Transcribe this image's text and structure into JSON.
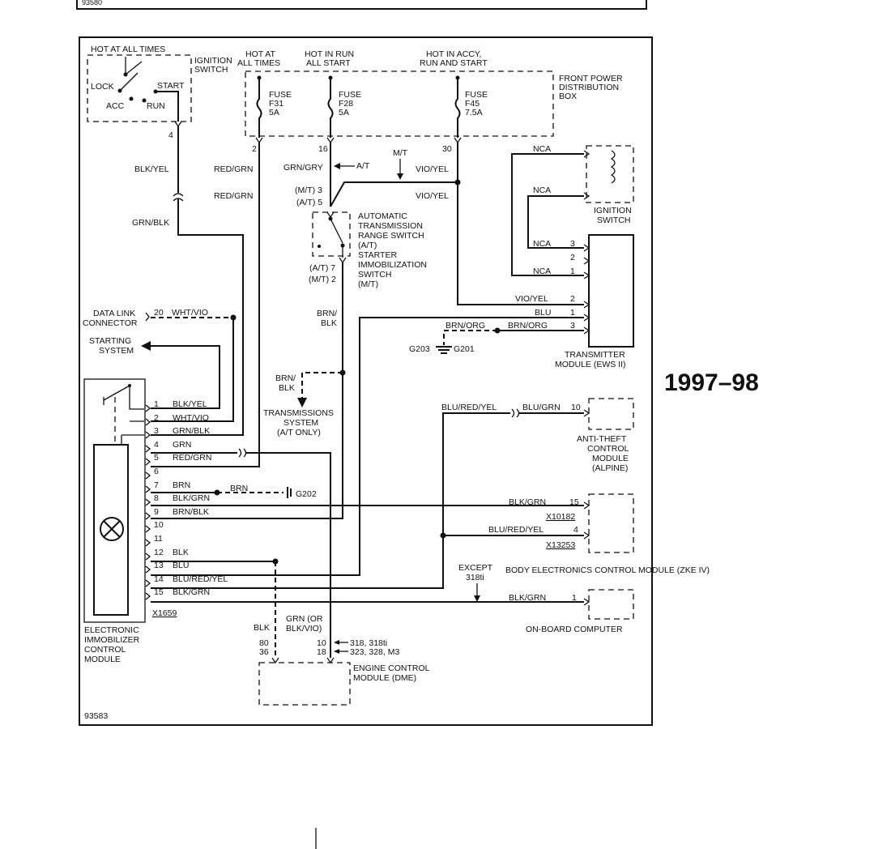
{
  "top_fig_number": "93580",
  "fig_number": "93583",
  "year_label": "1997–98",
  "hot_at_all_times": "HOT AT ALL TIMES",
  "ignition_switch_left": {
    "name_1": "IGNITION",
    "name_2": "SWITCH",
    "lock": "LOCK",
    "acc": "ACC",
    "start": "START",
    "run": "RUN",
    "pin": "4"
  },
  "power_headers": {
    "h1_1": "HOT AT",
    "h1_2": "ALL TIMES",
    "h2_1": "HOT IN RUN",
    "h2_2": "ALL START",
    "h3_1": "HOT IN ACCY,",
    "h3_2": "RUN AND START"
  },
  "fuse_box": {
    "name_1": "FRONT POWER",
    "name_2": "DISTRIBUTION",
    "name_3": "BOX",
    "fuses": [
      {
        "word": "FUSE",
        "id": "F31",
        "rating": "5A",
        "pin": "2"
      },
      {
        "word": "FUSE",
        "id": "F28",
        "rating": "5A",
        "pin": "16"
      },
      {
        "word": "FUSE",
        "id": "F45",
        "rating": "7.5A",
        "pin": "30"
      }
    ]
  },
  "wires": {
    "blk_yel": "BLK/YEL",
    "grn_blk": "GRN/BLK",
    "red_grn_1": "RED/GRN",
    "red_grn_2": "RED/GRN",
    "grn_gry": "GRN/GRY",
    "at_arrow": "A/T",
    "mt_arrow": "M/T",
    "vio_yel_1": "VIO/YEL",
    "vio_yel_2": "VIO/YEL",
    "brn_blk_1": "BRN/",
    "brn_blk_2": "BLK",
    "brn_blk_3": "BRN/",
    "brn_blk_4": "BLK"
  },
  "range_switch": {
    "pin_mt3": "(M/T) 3",
    "pin_at5": "(A/T) 5",
    "pin_at7": "(A/T) 7",
    "pin_mt2": "(M/T) 2",
    "label_1": "AUTOMATIC",
    "label_2": "TRANSMISSION",
    "label_3": "RANGE SWITCH",
    "label_4": "(A/T)",
    "label_5": "STARTER",
    "label_6": "IMMOBILIZATION",
    "label_7": "SWITCH",
    "label_8": "(M/T)"
  },
  "ignition_switch_right": {
    "nca_1": "NCA",
    "nca_2": "NCA",
    "name_1": "IGNITION",
    "name_2": "SWITCH"
  },
  "transmitter_module": {
    "rows": [
      {
        "wire": "NCA",
        "pin": "3"
      },
      {
        "wire": "",
        "pin": "2"
      },
      {
        "wire": "NCA",
        "pin": "1"
      },
      {
        "wire": "VIO/YEL",
        "pin": "2"
      },
      {
        "wire": "BLU",
        "pin": "1"
      },
      {
        "wire": "BRN/ORG",
        "pin": "3"
      }
    ],
    "brn_org_left": "BRN/ORG",
    "g203": "G203",
    "g201": "G201",
    "name_1": "TRANSMITTER",
    "name_2": "MODULE (EWS II)"
  },
  "data_link": {
    "name_1": "DATA LINK",
    "name_2": "CONNECTOR",
    "pin": "20",
    "wire": "WHT/VIO"
  },
  "starting_system": {
    "name_1": "STARTING",
    "name_2": "SYSTEM"
  },
  "transmission_system": {
    "name_1": "TRANSMISSIONS",
    "name_2": "SYSTEM",
    "name_3": "(A/T ONLY)"
  },
  "ecm_pins": [
    {
      "pin": "1",
      "wire": "BLK/YEL"
    },
    {
      "pin": "2",
      "wire": "WHT/VIO"
    },
    {
      "pin": "3",
      "wire": "GRN/BLK"
    },
    {
      "pin": "4",
      "wire": "GRN"
    },
    {
      "pin": "5",
      "wire": "RED/GRN"
    },
    {
      "pin": "6",
      "wire": ""
    },
    {
      "pin": "7",
      "wire": "BRN"
    },
    {
      "pin": "8",
      "wire": "BLK/GRN"
    },
    {
      "pin": "9",
      "wire": "BRN/BLK"
    },
    {
      "pin": "10",
      "wire": ""
    },
    {
      "pin": "11",
      "wire": ""
    },
    {
      "pin": "12",
      "wire": "BLK"
    },
    {
      "pin": "13",
      "wire": "BLU"
    },
    {
      "pin": "14",
      "wire": "BLU/RED/YEL"
    },
    {
      "pin": "15",
      "wire": "BLK/GRN"
    }
  ],
  "ecm": {
    "connector": "X1659",
    "name_1": "ELECTRONIC",
    "name_2": "IMMOBILIZER",
    "name_3": "CONTROL",
    "name_4": "MODULE"
  },
  "ground_g202": {
    "wire": "BRN",
    "label": "G202"
  },
  "anti_theft": {
    "wire_left": "BLU/RED/YEL",
    "wire_right": "BLU/GRN",
    "pin": "10",
    "name_1": "ANTI-THEFT",
    "name_2": "CONTROL",
    "name_3": "MODULE",
    "name_4": "(ALPINE)"
  },
  "body_electronics": {
    "wire_1": "BLK/GRN",
    "pin_1": "15",
    "conn_1": "X10182",
    "wire_2": "BLU/RED/YEL",
    "pin_2": "4",
    "conn_2": "X13253",
    "name": "BODY ELECTRONICS CONTROL MODULE (ZKE IV)"
  },
  "on_board_computer": {
    "except_1": "EXCEPT",
    "except_2": "318ti",
    "wire": "BLK/GRN",
    "pin": "1",
    "name": "ON-BOARD COMPUTER"
  },
  "engine_module": {
    "blk": "BLK",
    "grn_1": "GRN (OR",
    "grn_2": "BLK/VIO)",
    "pin_80": "80",
    "pin_36": "36",
    "pin_10": "10",
    "pin_18": "18",
    "note_1": "318, 318ti",
    "note_2": "323, 328, M3",
    "name_1": "ENGINE CONTROL",
    "name_2": "MODULE (DME)"
  }
}
